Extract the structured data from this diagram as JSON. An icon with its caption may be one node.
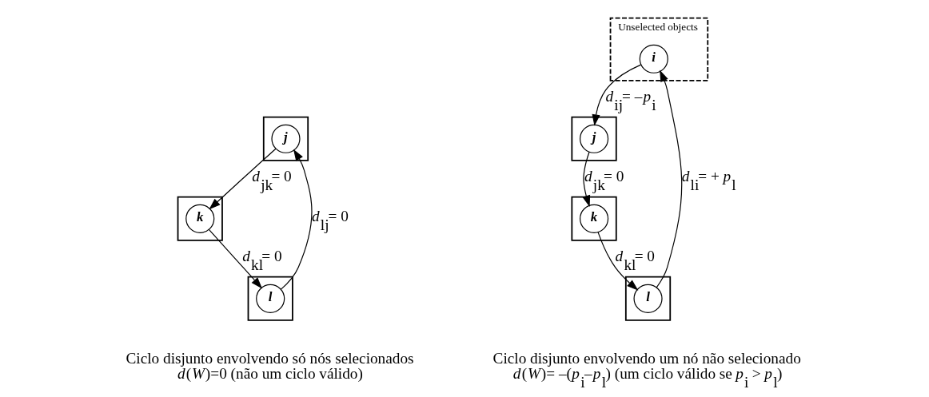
{
  "diagram": {
    "nodes": [
      {
        "text": [],
        "shape": "box"
      },
      {
        "text": [
          "j"
        ],
        "in": 0
      },
      {
        "text": [],
        "shape": "box"
      },
      {
        "text": [
          "k"
        ],
        "in": 2
      },
      {
        "text": [],
        "shape": "box"
      },
      {
        "text": [
          "l"
        ],
        "in": 4
      },
      {
        "text": [],
        "shape": "box",
        "beside": [
          "Unselected objects"
        ]
      },
      {
        "text": [
          "i"
        ],
        "in": 6
      },
      {
        "text": [],
        "shape": "box"
      },
      {
        "text": [
          "j"
        ],
        "in": 8
      },
      {
        "text": [],
        "shape": "box"
      },
      {
        "text": [
          "k"
        ],
        "in": 10
      },
      {
        "text": [],
        "shape": "box"
      },
      {
        "text": [
          "l"
        ],
        "in": 12
      }
    ],
    "edges": [
      {
        "from": 1,
        "to": 3,
        "arrow": "to",
        "label": "*d*$_{jk}$= 0"
      },
      {
        "from": 3,
        "to": 5,
        "arrow": "to",
        "label": "*d*$_{kl}$= 0"
      },
      {
        "from": 5,
        "to": 1,
        "arrow": "to",
        "label": "*d*$_{lj}$= 0"
      },
      {
        "from": 7,
        "to": 9,
        "arrow": "to",
        "label": "*d*$_{ij}$= –*p*$_{i}$"
      },
      {
        "from": 9,
        "to": 11,
        "arrow": "to",
        "label": "*d*$_{jk}$= 0"
      },
      {
        "from": 11,
        "to": 13,
        "arrow": "to",
        "label": "*d*$_{kl}$= 0"
      },
      {
        "from": 13,
        "to": 7,
        "arrow": "to",
        "label": "*d*$_{li}$= + *p*$_{l}$"
      }
    ],
    "labels": [
      "Ciclo disjunto envolvendo só nós selecionados",
      "*d*(*W*)=0 (não um ciclo válido)",
      "Ciclo disjunto envolvendo um nó não selecionado",
      "*d*(*W*)= –(*p*$_{i}$–*p*$_{l}$) (um ciclo válido se *p*$_{i}$ > *p*$_{l}$)"
    ]
  }
}
